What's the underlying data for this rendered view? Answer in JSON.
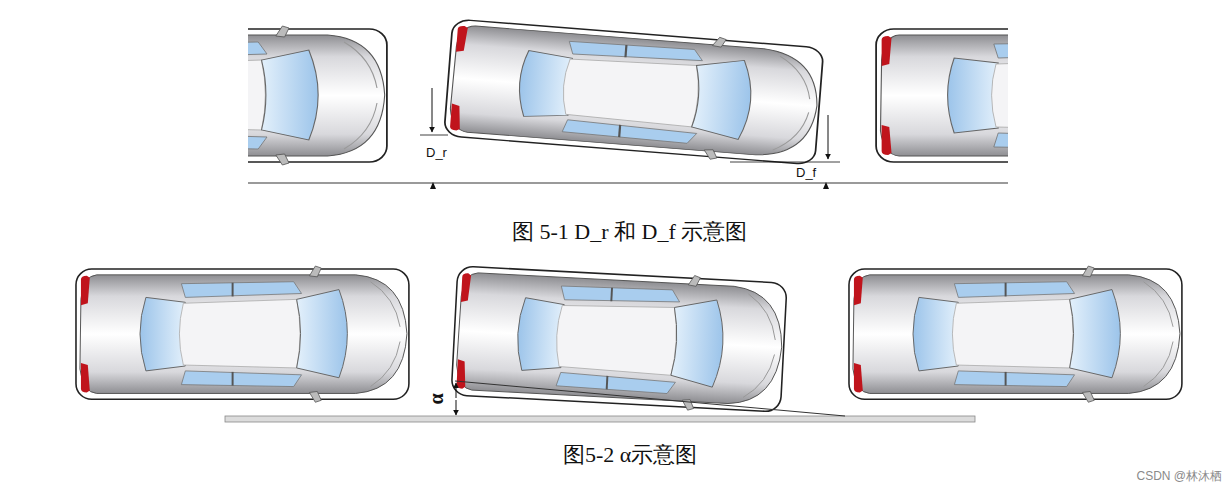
{
  "diagram": {
    "labels": [
      "D_r",
      "D_f",
      "图 5-1 D_r 和 D_f 示意图",
      "α",
      "图5-2 α示意图",
      "CSDN @林沐栖"
    ]
  }
}
